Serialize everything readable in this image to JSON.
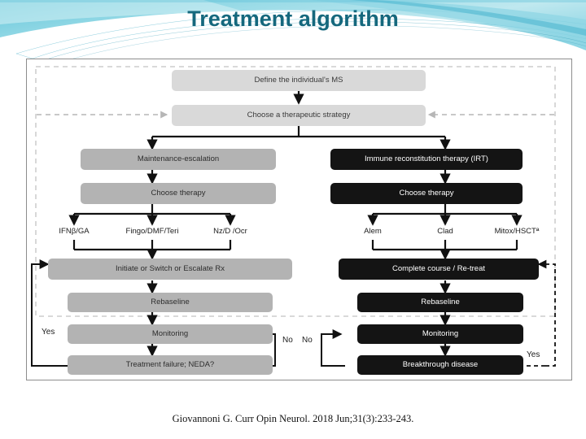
{
  "slide": {
    "title": "Treatment algorithm",
    "citation": "Giovannoni G. Curr Opin Neurol. 2018 Jun;31(3):233-243.",
    "theme": {
      "title_color": "#15687d",
      "wave_light": "#bfe8ef",
      "wave_mid": "#7fd3e2",
      "wave_deep": "#35aec6",
      "frame_border": "#8d8d8d"
    }
  },
  "figure": {
    "name": "ms-treatment-algorithm-flowchart",
    "top_nodes": [
      {
        "id": "define-ms",
        "label": "Define the individual's MS",
        "style": "light"
      },
      {
        "id": "choose-strategy",
        "label": "Choose a therapeutic strategy",
        "style": "light"
      }
    ],
    "left_branch": {
      "strategy": {
        "id": "maintenance-escalation",
        "label": "Maintenance-escalation",
        "style": "mid"
      },
      "choose": {
        "id": "choose-therapy-left",
        "label": "Choose therapy",
        "style": "mid"
      },
      "drugs": [
        {
          "id": "ifnb-ga",
          "label": "IFNβ/GA"
        },
        {
          "id": "fingo-dmf-teri",
          "label": "Fingo/DMF/Teri"
        },
        {
          "id": "nz-d-ocr",
          "label": "Nz/D /Ocr"
        }
      ],
      "steps": [
        {
          "id": "initiate-switch-escalate",
          "label": "Initiate or Switch or Escalate Rx",
          "style": "mid"
        },
        {
          "id": "rebaseline-left",
          "label": "Rebaseline",
          "style": "mid"
        },
        {
          "id": "monitoring-left",
          "label": "Monitoring",
          "style": "mid"
        },
        {
          "id": "treatment-failure-neda",
          "label": "Treatment failure; NEDA?",
          "style": "mid"
        }
      ],
      "decision_yes": "Yes",
      "decision_no": "No"
    },
    "right_branch": {
      "strategy": {
        "id": "immune-reconstitution-therapy",
        "label": "Immune reconstitution therapy (IRT)",
        "style": "dark"
      },
      "choose": {
        "id": "choose-therapy-right",
        "label": "Choose therapy",
        "style": "dark"
      },
      "drugs": [
        {
          "id": "alem",
          "label": "Alem"
        },
        {
          "id": "clad",
          "label": "Clad"
        },
        {
          "id": "mitox-hsct",
          "label": "Mitox/HSCTª"
        }
      ],
      "steps": [
        {
          "id": "complete-course-retreat",
          "label": "Complete course / Re-treat",
          "style": "dark"
        },
        {
          "id": "rebaseline-right",
          "label": "Rebaseline",
          "style": "dark"
        },
        {
          "id": "monitoring-right",
          "label": "Monitoring",
          "style": "dark"
        },
        {
          "id": "breakthrough-disease",
          "label": "Breakthrough disease",
          "style": "dark"
        }
      ],
      "decision_no": "No",
      "decision_yes": "Yes"
    }
  }
}
